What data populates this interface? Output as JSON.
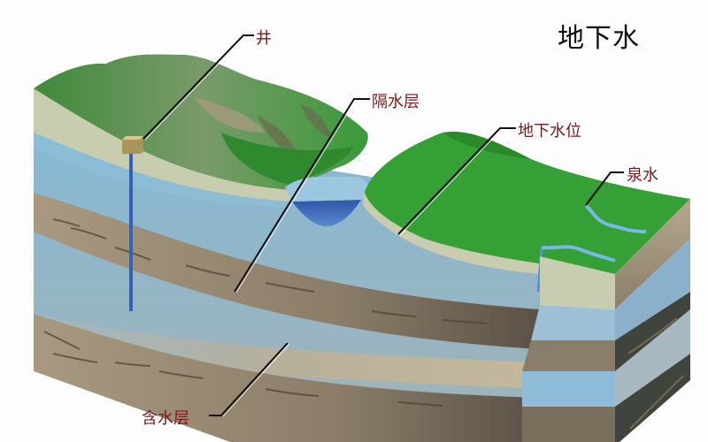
{
  "title": "地下水",
  "labels": {
    "well": "井",
    "aquitard": "隔水层",
    "water_table": "地下水位",
    "spring": "泉水",
    "aquifer": "含水层"
  },
  "colors": {
    "title_text": "#111111",
    "label_text": "#7a1a1a",
    "grass_dark": "#2e8b2e",
    "grass_light": "#3aa83a",
    "hill_muted": "#6f9a5a",
    "soil_surface": "#c9cdb0",
    "groundwater": "#8fb8cf",
    "lake": "#3a5fb0",
    "rock_layer": "#9a8a72",
    "rock_dark": "#4e4a40",
    "well_box": "#a8955a",
    "well_pipe": "#3a5fb8"
  }
}
